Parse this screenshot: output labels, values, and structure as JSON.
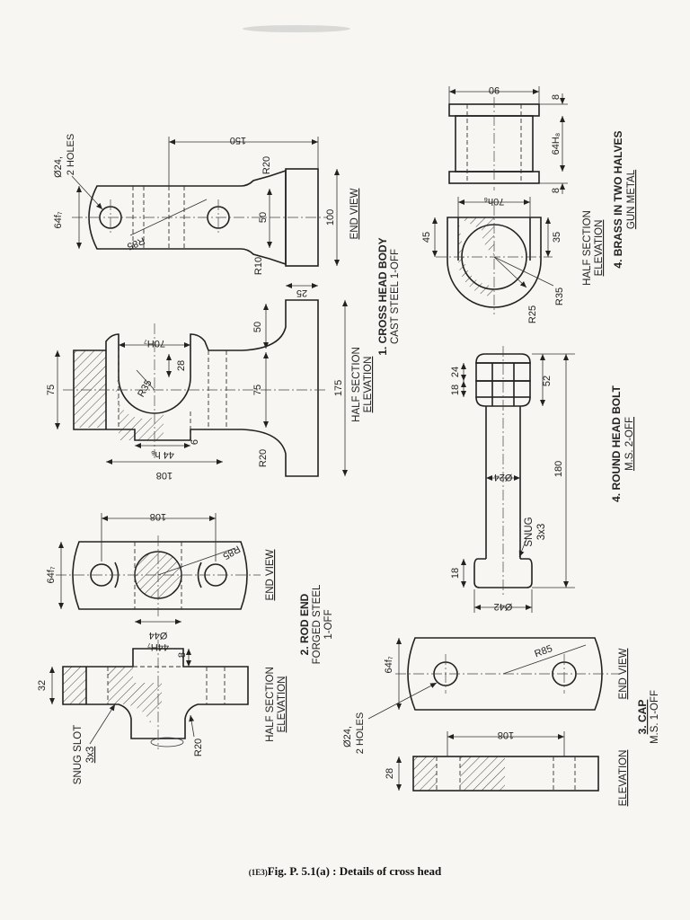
{
  "figure": {
    "prefix": "(1E3)",
    "caption": "Fig. P. 5.1(a) : Details of cross head"
  },
  "colors": {
    "ink": "#222222",
    "paper": "#f7f6f2",
    "hatch": "#333333"
  },
  "part1": {
    "number_title": "1. CROSS HEAD BODY",
    "material": "CAST STEEL 1-OFF",
    "end_view_label": "END VIEW",
    "half_section_label_1": "HALF SECTION",
    "half_section_label_2": "ELEVATION",
    "dims": {
      "d150": "150",
      "d100": "100",
      "d50a": "50",
      "r20a": "R20",
      "r10": "R10",
      "hole_dia": "Ø24,",
      "hole_count": "2 HOLES",
      "fit64": "64f₇",
      "r85": "R85",
      "d25": "25",
      "d175": "175",
      "d50b": "50",
      "d75a": "75",
      "d75b": "75",
      "fit70": "70H₇",
      "d28": "28",
      "r35": "R35",
      "d6": "6",
      "fit44": "44 h₆",
      "d108": "108",
      "r20b": "R20"
    }
  },
  "part2": {
    "number_title": "2. ROD END",
    "material_1": "FORGED STEEL",
    "material_2": "1-OFF",
    "end_view_label": "END VIEW",
    "half_section_label_1": "HALF SECTION",
    "half_section_label_2": "ELEVATION",
    "snug_1": "SNUG SLOT",
    "snug_2": "3x3",
    "dims": {
      "d108": "108",
      "r85": "R85",
      "fit64": "64f₇",
      "dia44": "Ø44",
      "fit44": "44H₇",
      "d8": "8",
      "d32": "32",
      "r20": "R20"
    }
  },
  "part3": {
    "number_title": "3. CAP",
    "material": "M.S. 1-OFF",
    "end_view_label": "END VIEW",
    "elevation_label": "ELEVATION",
    "dims": {
      "hole_dia": "Ø24,",
      "hole_count": "2 HOLES",
      "fit64": "64f₇",
      "r85": "R85",
      "d108": "108",
      "d28": "28"
    }
  },
  "part4_bush": {
    "number_title": "4. BRASS IN TWO HALVES",
    "material": "GUN METAL",
    "half_section_label_1": "HALF SECTION",
    "half_section_label_2": "ELEVATION",
    "dims": {
      "d90": "90",
      "d8a": "8",
      "fit64": "64H₈",
      "d8b": "8",
      "fit70": "70h₆",
      "d45": "45",
      "d35": "35",
      "r35": "R35",
      "r25": "R25"
    }
  },
  "part4_bolt": {
    "number_title": "4. ROUND HEAD BOLT",
    "material": "M.S. 2-OFF",
    "snug_1": "SNUG",
    "snug_2": "3x3",
    "dims": {
      "d24": "24",
      "d18a": "18",
      "d52": "52",
      "d180": "180",
      "dia24": "Ø24",
      "d18b": "18",
      "dia42": "Ø42"
    }
  }
}
